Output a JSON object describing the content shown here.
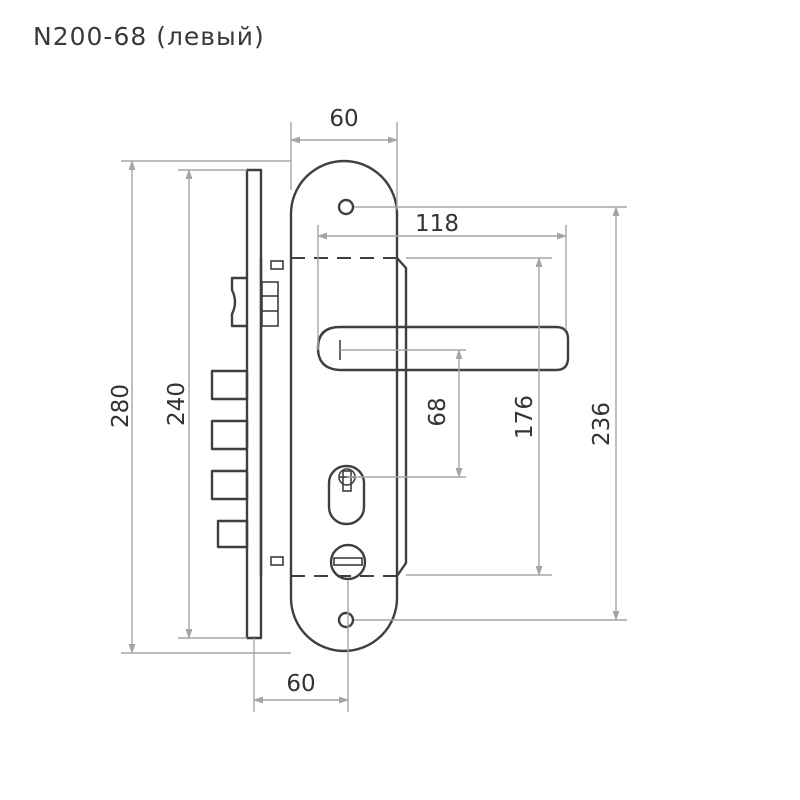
{
  "title": "N200-68 (левый)",
  "dimensions": {
    "plate_width_top": "60",
    "handle_length": "118",
    "height_total": "280",
    "height_faceplate": "240",
    "backset": "68",
    "center_spacing": "176",
    "screw_spacing": "236",
    "lock_width_bottom": "60"
  }
}
